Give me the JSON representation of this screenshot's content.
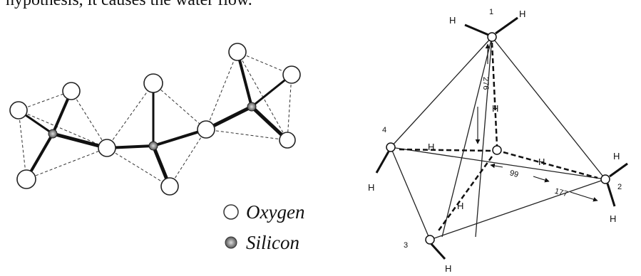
{
  "caption": "hypothesis, it causes the water flow.",
  "legend": {
    "oxygen_label": "Oxygen",
    "silicon_label": "Silicon"
  },
  "water_cluster": {
    "molecule_numbers": [
      "1",
      "2",
      "3",
      "4"
    ],
    "hydrogen_label": "H",
    "distance_276": "276",
    "distance_99": "99",
    "distance_177": "177"
  }
}
